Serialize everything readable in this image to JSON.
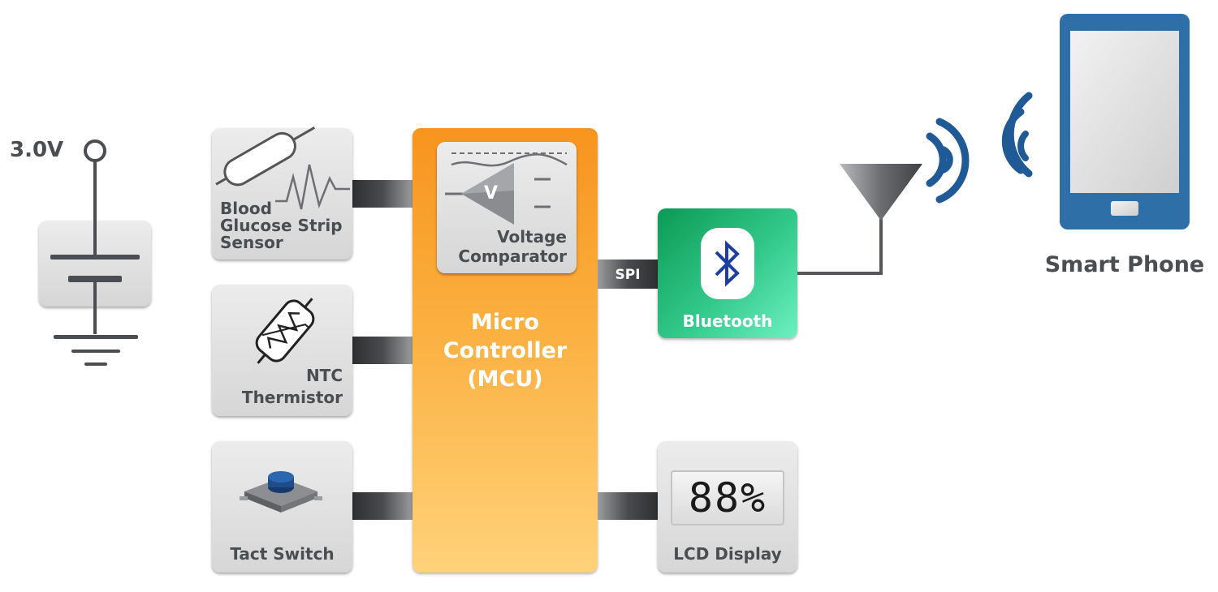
{
  "power": {
    "voltage_label": "3.0V"
  },
  "inputs": {
    "glucose": {
      "label_lines": [
        "Blood",
        "Glucose Strip",
        "Sensor"
      ]
    },
    "thermistor": {
      "label_lines": [
        "NTC",
        "Thermistor"
      ]
    },
    "tact_switch": {
      "label": "Tact Switch"
    }
  },
  "mcu": {
    "comparator": {
      "symbol": "V",
      "label_lines": [
        "Voltage",
        "Comparator"
      ]
    },
    "title_lines": [
      "Micro",
      "Controller",
      "(MCU)"
    ]
  },
  "bus": {
    "spi_label": "SPI"
  },
  "bluetooth": {
    "label": "Bluetooth",
    "icon": "bluetooth-icon"
  },
  "lcd": {
    "label": "LCD Display",
    "readout": "88%"
  },
  "phone": {
    "label": "Smart Phone"
  },
  "colors": {
    "mcu_orange": "#f7941d",
    "bluetooth_green": "#1fb873",
    "phone_blue": "#2f6fa8",
    "wave_blue": "#1f5a96",
    "text_gray": "#4a4d52"
  }
}
